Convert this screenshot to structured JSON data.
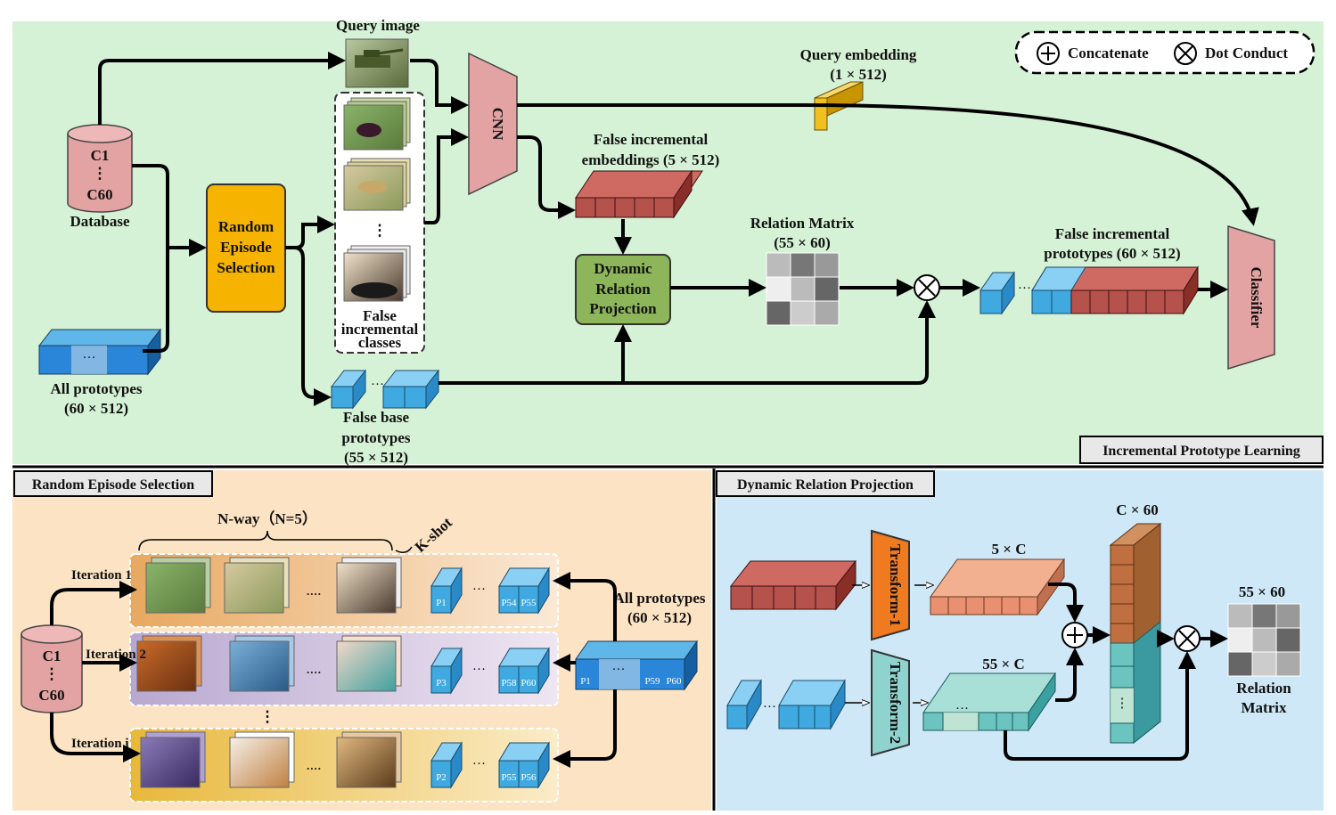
{
  "top": {
    "query_image": "Query image",
    "query_embedding": "Query embedding",
    "query_embedding_dim": "(1 × 512)",
    "legend": {
      "concatenate": "Concatenate",
      "dot": "Dot Conduct"
    },
    "database": {
      "top": "C1",
      "mid": "⋮",
      "bottom": "C60",
      "label": "Database"
    },
    "random_episode": [
      "Random",
      "Episode",
      "Selection"
    ],
    "cnn": "CNN",
    "false_inc_embed": [
      "False incremental",
      "embeddings (5 × 512)"
    ],
    "false_inc_classes": [
      "False",
      "incremental",
      "classes"
    ],
    "dynamic_relation": [
      "Dynamic",
      "Relation",
      "Projection"
    ],
    "relation_matrix": [
      "Relation Matrix",
      "(55 × 60)"
    ],
    "false_inc_protos": [
      "False incremental",
      "prototypes (60 × 512)"
    ],
    "classifier": "Classifier",
    "all_prototypes": [
      "All prototypes",
      "(60 × 512)"
    ],
    "false_base_protos": [
      "False base",
      "prototypes",
      "(55 × 512)"
    ],
    "section_title": "Incremental Prototype Learning"
  },
  "res": {
    "title": "Random Episode Selection",
    "nway": "N-way（N=5）",
    "kshot": "K-shot",
    "iterations": [
      "Iteration 1",
      "Iteration 2",
      "Iteration i"
    ],
    "database": {
      "top": "C1",
      "mid": "⋮",
      "bottom": "C60"
    },
    "all_prototypes": [
      "All prototypes",
      "(60 × 512)"
    ],
    "row1_labels": [
      "P1",
      "P54",
      "P55"
    ],
    "row2_labels": [
      "P3",
      "P58",
      "P60"
    ],
    "row3_labels": [
      "P2",
      "P55",
      "P56"
    ],
    "all_labels": [
      "P1",
      "P59",
      "P60"
    ]
  },
  "drp": {
    "title": "Dynamic Relation Projection",
    "transform1": "Transform-1",
    "transform2": "Transform-2",
    "five_c": "5 × C",
    "fiftyfive_c": "55 × C",
    "c_sixty": "C × 60",
    "out_dim": "55 × 60",
    "out_label": [
      "Relation",
      "Matrix"
    ]
  },
  "colors": {
    "top_bg": "#d6f2d6",
    "res_bg": "#fbe3c4",
    "drp_bg": "#cfe8f7",
    "red": "#b5524c",
    "blue": "#3fa9e0",
    "dark_blue": "#1f78c8",
    "orange": "#f6b400",
    "pink": "#e3a3a3",
    "green": "#8db65a",
    "teal": "#8fd3cf"
  }
}
